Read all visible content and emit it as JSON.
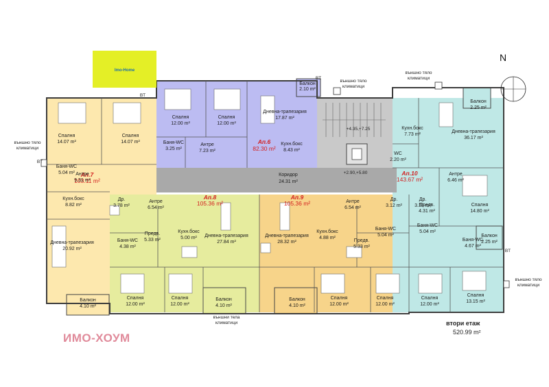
{
  "brand": "ИМО-ХОУМ",
  "logo": {
    "text": "Imo-Home"
  },
  "north_label": "N",
  "floor": {
    "label": "втори етаж",
    "area": "520.99 m²"
  },
  "notes": {
    "ac_top": "външно тяло\nклиматици",
    "ac_top_right": "външно тяло\nклиматици",
    "ac_left": "външно тяло\nклиматици",
    "ac_bottom": "външни тела\nклиматици",
    "ac_right": "външно тяло\nклиматици",
    "bt": "BT",
    "level_upper": "+4.35,+7.25",
    "level_lower": "+2.90,+5.80"
  },
  "corridor": {
    "name": "Коридор",
    "area": "24.31 m²"
  },
  "apartments": {
    "ap6": {
      "label": "Ап.6",
      "area": "82.30 m²",
      "color": "#bcbcf2",
      "rooms": [
        {
          "name": "Спалня",
          "area": "12.00 m²"
        },
        {
          "name": "Спалня",
          "area": "12.00 m²"
        },
        {
          "name": "Дневна-трапезария",
          "area": "17.87 m²"
        },
        {
          "name": "Балкон",
          "area": "2.10 m²"
        },
        {
          "name": "Баня-WC",
          "area": "3.25 m²"
        },
        {
          "name": "Антре",
          "area": "7.23 m²"
        },
        {
          "name": "Кухн.бокс",
          "area": "8.43 m²"
        }
      ]
    },
    "ap7": {
      "label": "Ап.7",
      "area": "103.11 m²",
      "color": "#fde8ae",
      "rooms": [
        {
          "name": "Спалня",
          "area": "14.07 m²"
        },
        {
          "name": "Спалня",
          "area": "14.07 m²"
        },
        {
          "name": "Баня-WC",
          "area": "5.04 m²"
        },
        {
          "name": "Антре",
          "area": "9.31 m²"
        },
        {
          "name": "Кухн.бокс",
          "area": "8.82 m²"
        },
        {
          "name": "Дневна-трапезария",
          "area": "20.92 m²"
        },
        {
          "name": "Балкон",
          "area": "4.10 m²"
        }
      ]
    },
    "ap8": {
      "label": "Ап.8",
      "area": "105.36 m²",
      "color": "#e6ec9e",
      "rooms": [
        {
          "name": "Др.",
          "area": "3.78 m²"
        },
        {
          "name": "Антре",
          "area": "6.54 m²"
        },
        {
          "name": "Предв.",
          "area": "5.33 m²"
        },
        {
          "name": "Баня-WC",
          "area": "4.38 m²"
        },
        {
          "name": "Кухн.бокс",
          "area": "5.00 m²"
        },
        {
          "name": "Дневна-трапезария",
          "area": "27.84 m²"
        },
        {
          "name": "Спалня",
          "area": "12.00 m²"
        },
        {
          "name": "Спалня",
          "area": "12.00 m²"
        },
        {
          "name": "Балкон",
          "area": "4.10 m²"
        }
      ]
    },
    "ap9": {
      "label": "Ап.9",
      "area": "105.36 m²",
      "color": "#f7d48a",
      "rooms": [
        {
          "name": "Антре",
          "area": "6.54 m²"
        },
        {
          "name": "Др.",
          "area": "3.12 m²"
        },
        {
          "name": "Дневна-трапезария",
          "area": "28.32 m²"
        },
        {
          "name": "Кухн.бокс",
          "area": "4.88 m²"
        },
        {
          "name": "Предв.",
          "area": "5.33 m²"
        },
        {
          "name": "Баня-WC",
          "area": "5.04 m²"
        },
        {
          "name": "Спалня",
          "area": "12.00 m²"
        },
        {
          "name": "Спалня",
          "area": "12.00 m²"
        },
        {
          "name": "Балкон",
          "area": "4.10 m²"
        }
      ]
    },
    "ap10": {
      "label": "Ап.10",
      "area": "143.67 m²",
      "color": "#bfe8e6",
      "rooms": [
        {
          "name": "Балкон",
          "area": "2.25 m²"
        },
        {
          "name": "Кухн.бокс",
          "area": "7.73 m²"
        },
        {
          "name": "Дневна-трапезария",
          "area": "36.17 m²"
        },
        {
          "name": "WC",
          "area": "2.20 m²"
        },
        {
          "name": "Антре",
          "area": "6.46 m²"
        },
        {
          "name": "Др.",
          "area": "3.38 m²"
        },
        {
          "name": "Предв.",
          "area": "4.31 m²"
        },
        {
          "name": "Баня-WC",
          "area": "5.04 m²"
        },
        {
          "name": "Спалня",
          "area": "14.80 m²"
        },
        {
          "name": "Балкон",
          "area": "2.25 m²"
        },
        {
          "name": "Баня-WC",
          "area": "4.67 m²"
        },
        {
          "name": "Спалня",
          "area": "12.00 m²"
        },
        {
          "name": "Спалня",
          "area": "13.15 m²"
        }
      ]
    }
  }
}
